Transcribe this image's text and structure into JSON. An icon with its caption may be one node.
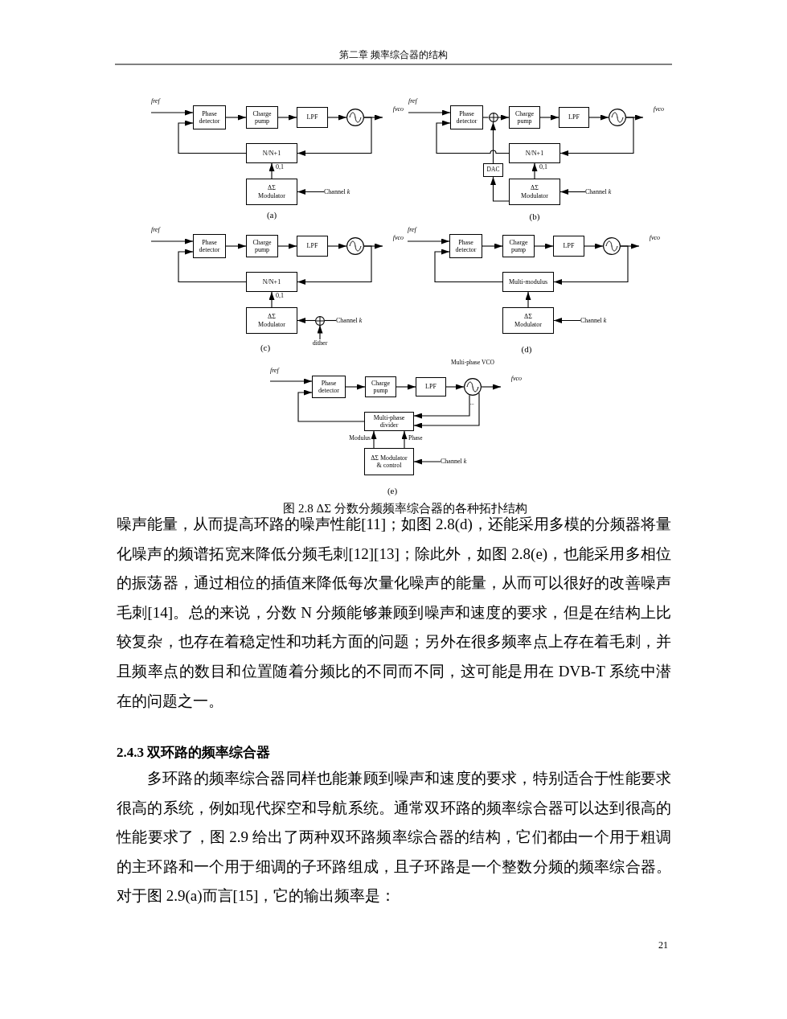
{
  "diagram": {
    "caption": "图 2.8 ΔΣ 分数分频频率综合器的各种拓扑结构",
    "nodes": [
      {
        "text": [
          "fref"
        ]
      },
      {
        "text": [
          "Phase detector"
        ]
      },
      {
        "text": [
          "Charge pump"
        ]
      },
      {
        "text": [
          "LPF"
        ]
      },
      {
        "text": [],
        "shape": "circle"
      },
      {
        "text": [
          "fvco"
        ]
      },
      {
        "text": [
          "N/N+1"
        ]
      },
      {
        "text": [
          "ΔΣ Modulator"
        ]
      },
      {
        "text": [
          "Channel *k*"
        ]
      },
      {
        "text": [
          "fref"
        ]
      },
      {
        "text": [
          "Phase detector"
        ]
      },
      {
        "text": [],
        "shape": "circle"
      },
      {
        "text": [
          "Charge pump"
        ]
      },
      {
        "text": [
          "LPF"
        ]
      },
      {
        "text": [],
        "shape": "circle"
      },
      {
        "text": [
          "fvco"
        ]
      },
      {
        "text": [
          "N/N+1"
        ]
      },
      {
        "text": [
          "DAC"
        ]
      },
      {
        "text": [
          "ΔΣ Modulator"
        ]
      },
      {
        "text": [
          "Channel *k*"
        ]
      },
      {
        "text": [
          "fref"
        ]
      },
      {
        "text": [
          "Phase detector"
        ]
      },
      {
        "text": [
          "Charge pump"
        ]
      },
      {
        "text": [
          "LPF"
        ]
      },
      {
        "text": [],
        "shape": "circle"
      },
      {
        "text": [
          "fvco"
        ]
      },
      {
        "text": [
          "N/N+1"
        ]
      },
      {
        "text": [
          "ΔΣ Modulator"
        ]
      },
      {
        "text": [],
        "shape": "circle"
      },
      {
        "text": [
          "Channel *k*"
        ]
      },
      {
        "text": [
          "dither"
        ]
      },
      {
        "text": [
          "fref"
        ]
      },
      {
        "text": [
          "Phase detector"
        ]
      },
      {
        "text": [
          "Charge pump"
        ]
      },
      {
        "text": [
          "LPF"
        ]
      },
      {
        "text": [],
        "shape": "circle"
      },
      {
        "text": [
          "fvco"
        ]
      },
      {
        "text": [
          "Multi-modulus"
        ]
      },
      {
        "text": [
          "ΔΣ Modulator"
        ]
      },
      {
        "text": [
          "Channel *k*"
        ]
      },
      {
        "text": [
          "fref"
        ]
      },
      {
        "text": [
          "Phase detector"
        ]
      },
      {
        "text": [
          "Charge pump"
        ]
      },
      {
        "text": [
          "LPF"
        ]
      },
      {
        "text": [],
        "shape": "circle",
        "beside": [
          "Multi-phase VCO"
        ]
      },
      {
        "text": [
          "fvco"
        ]
      },
      {
        "text": [
          "Multi-phase divider"
        ]
      },
      {
        "text": [
          "ΔΣ Modulator & control"
        ]
      },
      {
        "text": [
          "Channel *k*"
        ]
      }
    ],
    "edges": [
      {
        "from": 0,
        "to": 1,
        "arrow": "to"
      },
      {
        "from": 1,
        "to": 2,
        "arrow": "to"
      },
      {
        "from": 2,
        "to": 3,
        "arrow": "to"
      },
      {
        "from": 3,
        "to": 4,
        "arrow": "to"
      },
      {
        "from": 4,
        "to": 5,
        "arrow": "to"
      },
      {
        "from": 4,
        "to": 6,
        "arrow": "to"
      },
      {
        "from": 6,
        "to": 1,
        "arrow": "to"
      },
      {
        "from": 7,
        "to": 6,
        "arrow": "to",
        "label": "0,1"
      },
      {
        "from": 8,
        "to": 7,
        "arrow": "to"
      },
      {
        "from": 9,
        "to": 10,
        "arrow": "to"
      },
      {
        "from": 10,
        "to": 11,
        "arrow": "none"
      },
      {
        "from": 11,
        "to": 12,
        "arrow": "to"
      },
      {
        "from": 12,
        "to": 13,
        "arrow": "to"
      },
      {
        "from": 13,
        "to": 14,
        "arrow": "to"
      },
      {
        "from": 14,
        "to": 15,
        "arrow": "to"
      },
      {
        "from": 14,
        "to": 16,
        "arrow": "to"
      },
      {
        "from": 16,
        "to": 10,
        "arrow": "to"
      },
      {
        "from": 18,
        "to": 16,
        "arrow": "to",
        "label": "0,1"
      },
      {
        "from": 18,
        "to": 17,
        "arrow": "to"
      },
      {
        "from": 17,
        "to": 11,
        "arrow": "to"
      },
      {
        "from": 19,
        "to": 18,
        "arrow": "to"
      },
      {
        "from": 20,
        "to": 21,
        "arrow": "to"
      },
      {
        "from": 21,
        "to": 22,
        "arrow": "to"
      },
      {
        "from": 22,
        "to": 23,
        "arrow": "to"
      },
      {
        "from": 23,
        "to": 24,
        "arrow": "to"
      },
      {
        "from": 24,
        "to": 25,
        "arrow": "to"
      },
      {
        "from": 24,
        "to": 26,
        "arrow": "to"
      },
      {
        "from": 26,
        "to": 21,
        "arrow": "to"
      },
      {
        "from": 27,
        "to": 26,
        "arrow": "to",
        "label": "0,1"
      },
      {
        "from": 28,
        "to": 27,
        "arrow": "to"
      },
      {
        "from": 29,
        "to": 28,
        "arrow": "none"
      },
      {
        "from": 30,
        "to": 28,
        "arrow": "to"
      },
      {
        "from": 31,
        "to": 32,
        "arrow": "to"
      },
      {
        "from": 32,
        "to": 33,
        "arrow": "to"
      },
      {
        "from": 33,
        "to": 34,
        "arrow": "to"
      },
      {
        "from": 34,
        "to": 35,
        "arrow": "to"
      },
      {
        "from": 35,
        "to": 36,
        "arrow": "to"
      },
      {
        "from": 35,
        "to": 37,
        "arrow": "to"
      },
      {
        "from": 37,
        "to": 32,
        "arrow": "to"
      },
      {
        "from": 38,
        "to": 37,
        "arrow": "to"
      },
      {
        "from": 39,
        "to": 38,
        "arrow": "to"
      },
      {
        "from": 40,
        "to": 41,
        "arrow": "to"
      },
      {
        "from": 41,
        "to": 42,
        "arrow": "to"
      },
      {
        "from": 42,
        "to": 43,
        "arrow": "to"
      },
      {
        "from": 43,
        "to": 44,
        "arrow": "to"
      },
      {
        "from": 44,
        "to": 45,
        "arrow": "to"
      },
      {
        "from": 44,
        "to": 46,
        "arrow": "to"
      },
      {
        "from": 44,
        "to": 46,
        "arrow": "to"
      },
      {
        "from": 46,
        "to": 41,
        "arrow": "to"
      },
      {
        "from": 47,
        "to": 46,
        "arrow": "to",
        "label": "Modulus"
      },
      {
        "from": 47,
        "to": 46,
        "arrow": "to",
        "label": "Phase"
      },
      {
        "from": 48,
        "to": 47,
        "arrow": "to"
      }
    ],
    "labels": [
      "第二章 频率综合器的结构",
      "(a)",
      "(b)",
      "(c)",
      "(d)",
      "...",
      "(e)",
      "噪声能量，从而提高环路的噪声性能[11]；如图 2.8(d)，还能采用多模的分频器将量化噪声的频谱拓宽来降低分频毛刺[12][13]；除此外，如图 2.8(e)，也能采用多相位的振荡器，通过相位的插值来降低每次量化噪声的能量，从而可以很好的改善噪声毛刺[14]。总的来说，分数 N 分频能够兼顾到噪声和速度的要求，但是在结构上比较复杂，也存在着稳定性和功耗方面的问题；另外在很多频率点上存在着毛刺，并且频率点的数目和位置随着分频比的不同而不同，这可能是用在 DVB-T 系统中潜在的问题之一。",
      "2.4.3 双环路的频率综合器",
      "多环路的频率综合器同样也能兼顾到噪声和速度的要求，特别适合于性能要求很高的系统，例如现代探空和导航系统。通常双环路的频率综合器可以达到很高的性能要求了，图 2.9 给出了两种双环路频率综合器的结构，它们都由一个用于粗调的主环路和一个用于细调的子环路组成，且子环路是一个整数分频的频率综合器。对于图 2.9(a)而言[15]，它的输出频率是：",
      "21"
    ]
  }
}
